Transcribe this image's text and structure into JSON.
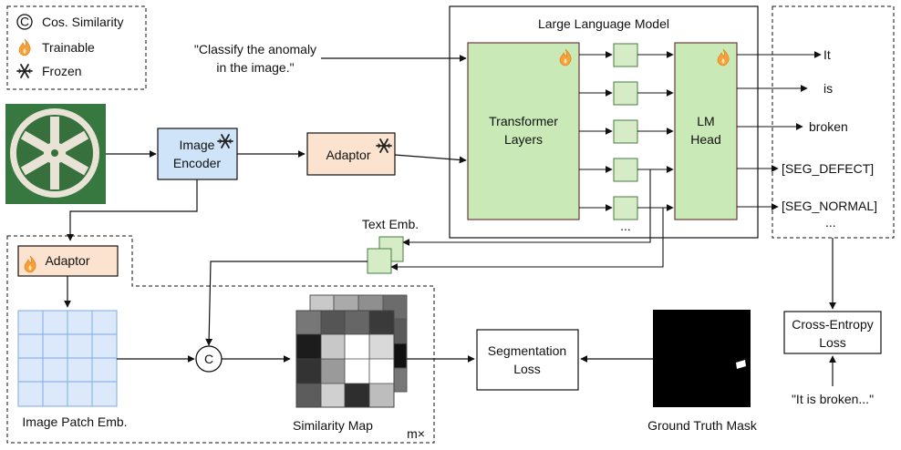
{
  "legend": {
    "similarity": "Cos. Similarity",
    "trainable": "Trainable",
    "frozen": "Frozen"
  },
  "prompt": {
    "line1": "\"Classify the anomaly",
    "line2": "in the image.\""
  },
  "llm": {
    "title": "Large Language Model",
    "transformer_line1": "Transformer",
    "transformer_line2": "Layers",
    "lm_head_line1": "LM",
    "lm_head_line2": "Head",
    "ellipsis": "..."
  },
  "outputs": {
    "tokens": [
      "It",
      "is",
      "broken",
      "[SEG_DEFECT]",
      "[SEG_NORMAL]"
    ],
    "ellipsis": "..."
  },
  "image_encoder": {
    "line1": "Image",
    "line2": "Encoder"
  },
  "adaptor_top": "Adaptor",
  "adaptor_bottom": "Adaptor",
  "text_emb": "Text Emb.",
  "cos_symbol": "C",
  "patch_emb": "Image Patch Emb.",
  "similarity_map": {
    "label": "Similarity Map",
    "multiplier": "m×"
  },
  "segmentation_loss": {
    "line1": "Segmentation",
    "line2": "Loss"
  },
  "ground_truth": "Ground Truth Mask",
  "cross_entropy": {
    "line1": "Cross-Entropy",
    "line2": "Loss"
  },
  "target_text": "\"It is broken...\"",
  "colors": {
    "green_fill": "#c9e9b6",
    "green_stroke": "#6d3b3b",
    "blue_fill": "#cfe4f9",
    "peach_fill": "#fbe3cf",
    "grid_fill": "#dbe9fb",
    "grid_stroke": "#8fb5e6",
    "flame": "#f4a13a"
  },
  "icons": [
    "cos-similarity-icon",
    "flame-icon",
    "snowflake-icon",
    "wheel-image-icon"
  ]
}
